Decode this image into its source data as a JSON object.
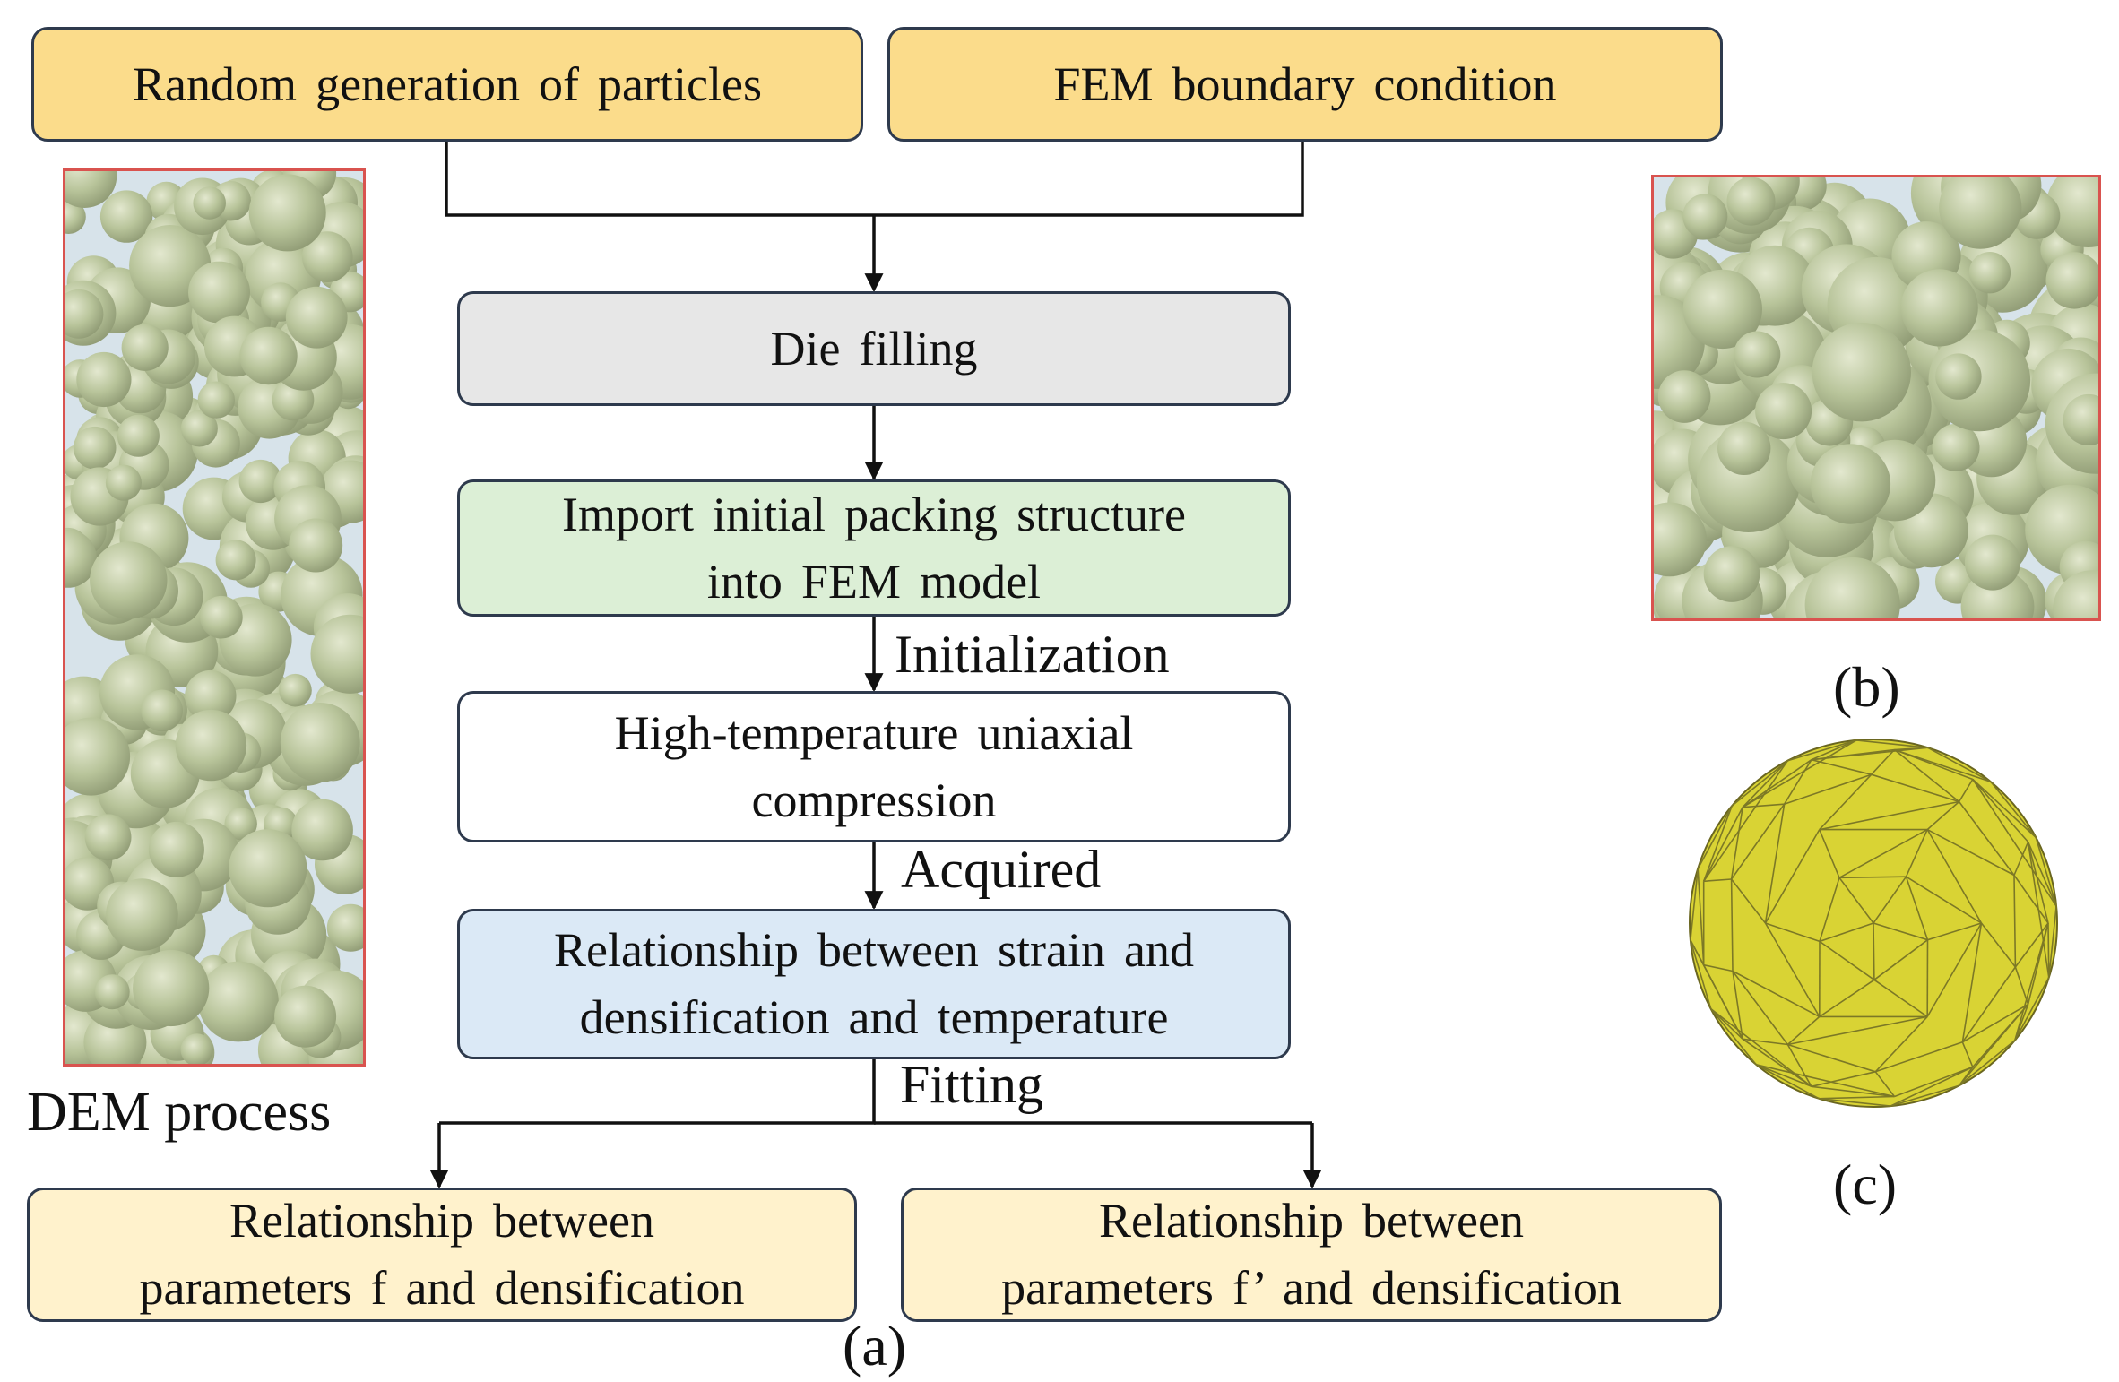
{
  "flow": {
    "random_generation": "Random  generation  of particles",
    "fem_boundary": "FEM boundary  condition",
    "die_filling": "Die filling",
    "import_line1": "Import initial packing  structure",
    "import_line2": "into FEM model",
    "initialization": "Initialization",
    "compression_line1": "High-temperature  uniaxial",
    "compression_line2": "compression",
    "acquired": "Acquired",
    "relationship_line1": "Relationship  between strain and",
    "relationship_line2": "densification  and temperature",
    "fitting": "Fitting",
    "param_f_line1": "Relationship  between",
    "param_f_line2": "parameters  f and densification",
    "param_fprime_line1": "Relationship  between",
    "param_fprime_line2": "parameters  f’ and densification"
  },
  "labels": {
    "dem_process": "DEM process",
    "panel_a": "(a)",
    "panel_b": "(b)",
    "panel_c": "(c)"
  },
  "colors": {
    "yellow_box": "#fbdc8b",
    "grey_box": "#e7e7e7",
    "green_box": "#dcefd6",
    "blue_box": "#dbe9f6",
    "light_yellow_box": "#fff2cc",
    "particle": "#b8c49a",
    "panel_bg": "#d7e3ea",
    "panel_border": "#d9534f",
    "mesh_sphere": "#d9d334"
  }
}
